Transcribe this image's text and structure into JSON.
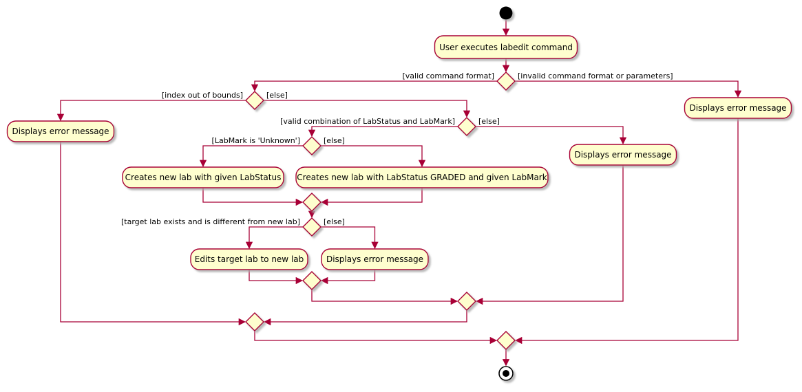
{
  "diagram": {
    "type": "activity",
    "colors": {
      "node_fill": "#FEFECE",
      "node_border": "#A80036",
      "edge": "#A80036",
      "text": "#000000",
      "background": "#FFFFFF",
      "shadow": "#AAAAAA"
    },
    "activities": {
      "user_executes": "User executes labedit command",
      "error_invalid_command": "Displays error message",
      "error_index_out_of_bounds": "Displays error message",
      "error_invalid_combination": "Displays error message",
      "creates_lab_given_status": "Creates new lab with given LabStatus",
      "creates_lab_graded": "Creates new lab with LabStatus GRADED and given LabMark",
      "edits_target_lab": "Edits target lab to new lab",
      "error_target_same": "Displays error message"
    },
    "guards": {
      "valid_command_format": "[valid command format]",
      "invalid_command_format": "[invalid command format or parameters]",
      "index_out_of_bounds": "[index out of bounds]",
      "index_else": "[else]",
      "valid_combination": "[valid combination of LabStatus and LabMark]",
      "combination_else": "[else]",
      "labmark_unknown": "[LabMark is 'Unknown']",
      "labmark_else": "[else]",
      "target_lab_exists": "[target lab exists and is different from new lab]",
      "target_else": "[else]"
    }
  }
}
